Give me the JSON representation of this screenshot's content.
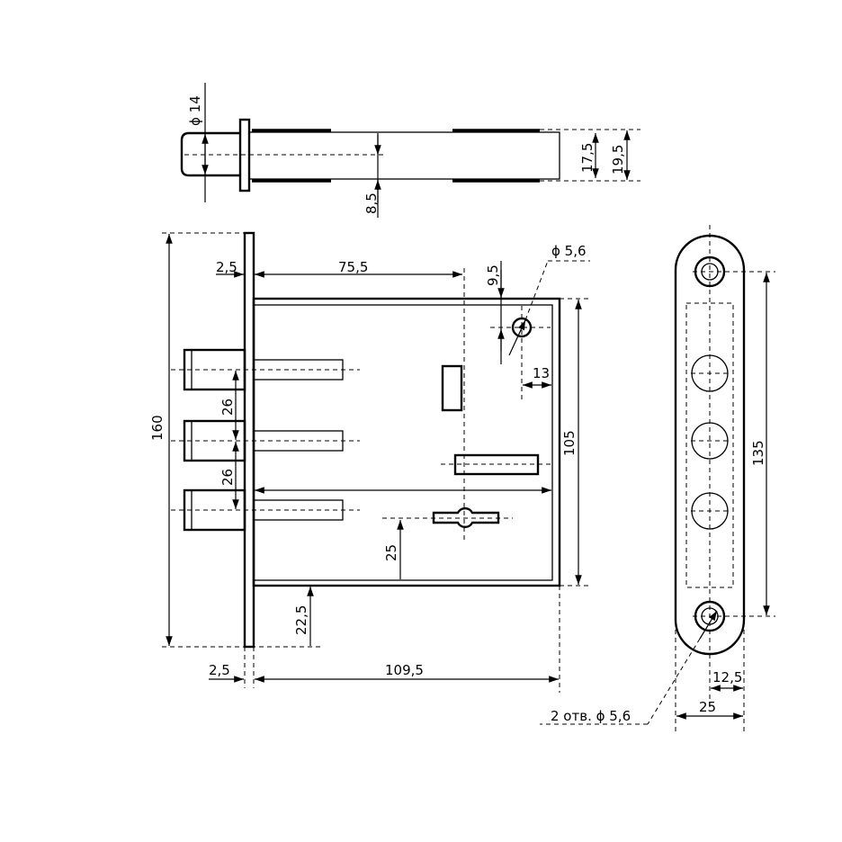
{
  "top_view": {
    "d_phi14": "ϕ 14",
    "d_8_5": "8,5",
    "d_17_5": "17,5",
    "d_19_5": "19,5"
  },
  "front_view": {
    "d_2_5_top": "2,5",
    "d_75_5": "75,5",
    "d_9_5": "9,5",
    "d_phi5_6": "ϕ 5,6",
    "d_13": "13",
    "d_105": "105",
    "d_160": "160",
    "d_26_a": "26",
    "d_26_b": "26",
    "d_25": "25",
    "d_22_5": "22,5",
    "d_2_5_bottom": "2,5",
    "d_109_5": "109,5"
  },
  "side_view": {
    "d_135": "135",
    "d_12_5": "12,5",
    "d_25": "25",
    "holes_note": "2 отв. ϕ 5,6"
  }
}
